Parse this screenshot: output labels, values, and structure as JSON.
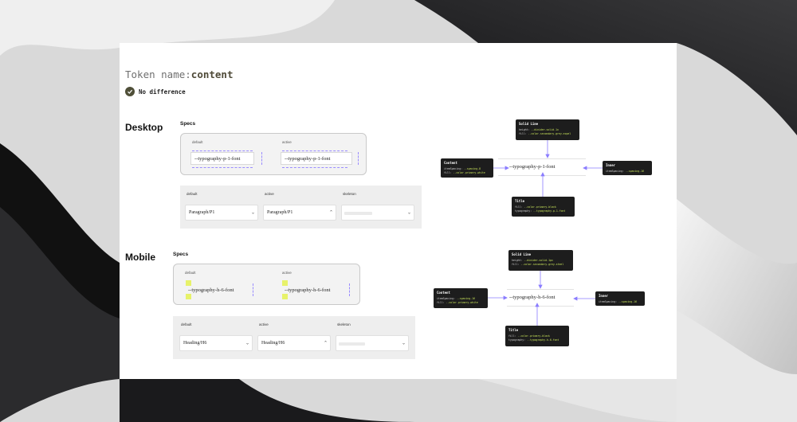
{
  "header": {
    "token_prefix": "Token name:",
    "token_name": "content",
    "status": "No difference"
  },
  "desktop": {
    "title": "Desktop",
    "specs_title": "Specs",
    "spec_states": [
      "default",
      "active"
    ],
    "spec_text": "--typography-p-1-font",
    "compare_states": [
      "default",
      "active",
      "skeleton"
    ],
    "compare_values": [
      "Paragraph/P1",
      "Paragraph/P1"
    ],
    "annotations": {
      "solid_line": {
        "title": "Solid Line",
        "height": "--divider-solid-1x",
        "fill": "--color-secondary-grey-ezpel"
      },
      "content": {
        "title": "Content",
        "spacing": "--spacing-8",
        "fill": "--color-primary-white"
      },
      "inner": {
        "title": "Inner",
        "spacing": "--spacing-16"
      },
      "title": {
        "title": "Title",
        "fill": "--color-primary-black",
        "typography": "--typography-p-1-font"
      }
    }
  },
  "mobile": {
    "title": "Mobile",
    "specs_title": "Specs",
    "spec_states": [
      "default",
      "active"
    ],
    "spec_text": "--typography-h-6-font",
    "compare_states": [
      "default",
      "active",
      "skeleton"
    ],
    "compare_values": [
      "Heading/H6",
      "Heading/H6"
    ],
    "annotations": {
      "solid_line": {
        "title": "Solid Line",
        "height": "--divider-solid-1px",
        "fill": "--color-secondary-grey-steel"
      },
      "content": {
        "title": "Content",
        "spacing": "--spacing-16",
        "fill": "--color-primary-white"
      },
      "inner": {
        "title": "Inner",
        "spacing": "--spacing-16"
      },
      "title": {
        "title": "Title",
        "fill": "--color-primary-black",
        "typography": "--typography-h-6-font"
      }
    }
  },
  "labels": {
    "item_spacing": "itemSpacing:",
    "height": "height:",
    "fill": "fill:",
    "typography": "typography:"
  },
  "colors": {
    "check_bg": "#4f4f38",
    "accent_purple": "#8a7cff",
    "highlight_yellow": "#e7f26a",
    "token_name": "#4f4a38"
  }
}
